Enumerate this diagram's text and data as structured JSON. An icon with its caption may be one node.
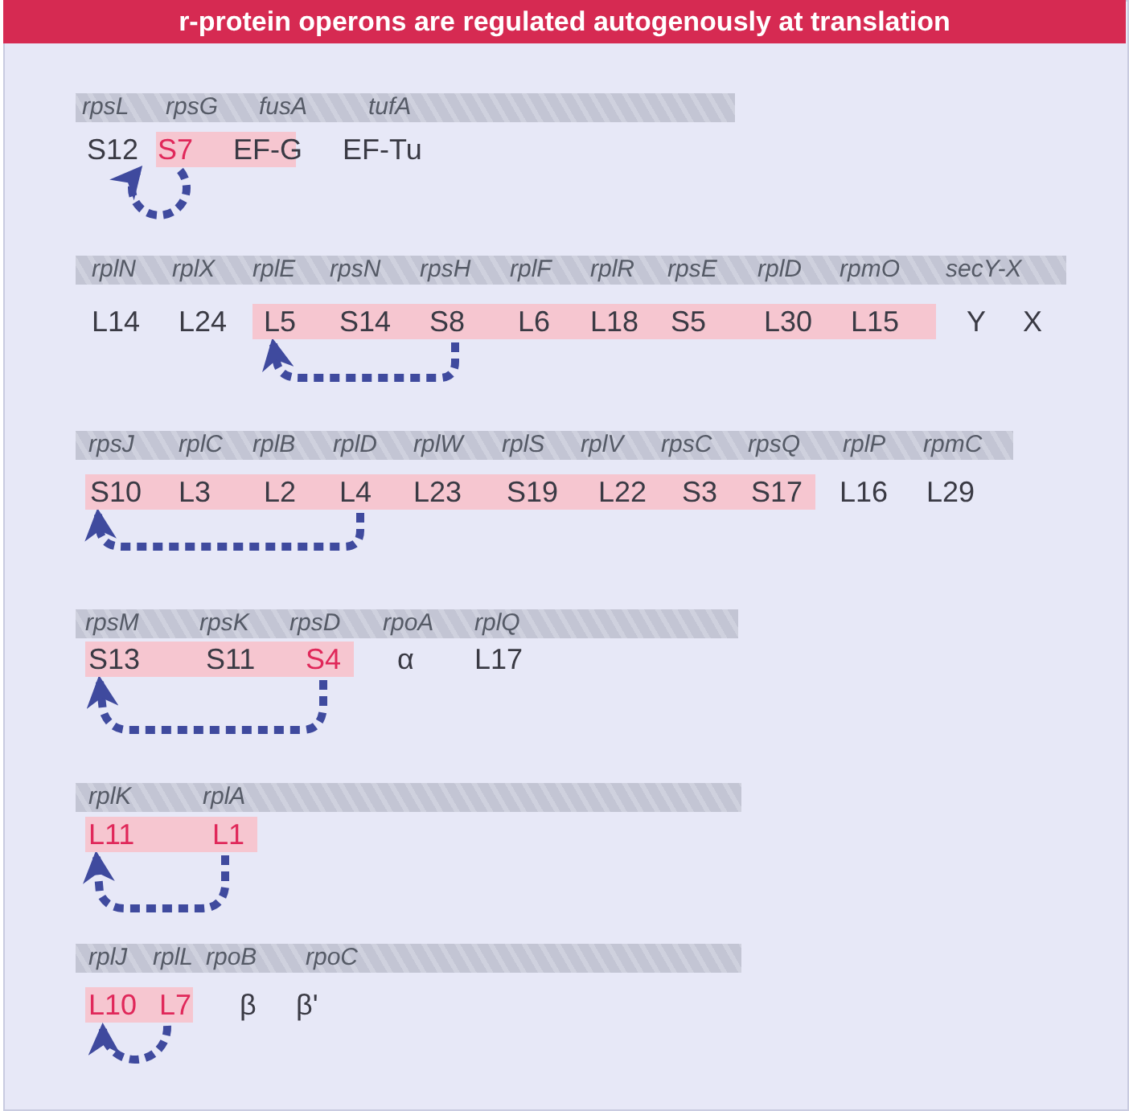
{
  "diagram": {
    "title": "r-protein operons are regulated autogenously at translation",
    "nodes": [
      {
        "text": [
          "rpsL",
          "rpsG",
          "fusA",
          "tufA"
        ]
      },
      {
        "text": [
          "S12"
        ]
      },
      {
        "text": [
          "S7"
        ]
      },
      {
        "text": [
          "EF-G"
        ]
      },
      {
        "text": [
          "EF-Tu"
        ]
      },
      {
        "text": [
          "rplN",
          "rplX",
          "rplE",
          "rpsN",
          "rpsH",
          "rplF",
          "rplR",
          "rpsE",
          "rplD",
          "rpmO",
          "secY-X"
        ]
      },
      {
        "text": [
          "L14"
        ]
      },
      {
        "text": [
          "L24"
        ]
      },
      {
        "text": [
          "L5"
        ]
      },
      {
        "text": [
          "S14"
        ]
      },
      {
        "text": [
          "S8"
        ]
      },
      {
        "text": [
          "L6"
        ]
      },
      {
        "text": [
          "L18"
        ]
      },
      {
        "text": [
          "S5"
        ]
      },
      {
        "text": [
          "L30"
        ]
      },
      {
        "text": [
          "L15"
        ]
      },
      {
        "text": [
          "Y"
        ]
      },
      {
        "text": [
          "X"
        ]
      },
      {
        "text": [
          "rpsJ",
          "rplC",
          "rplB",
          "rplD",
          "rplW",
          "rplS",
          "rplV",
          "rpsC",
          "rpsQ",
          "rplP",
          "rpmC"
        ]
      },
      {
        "text": [
          "S10"
        ]
      },
      {
        "text": [
          "L3"
        ]
      },
      {
        "text": [
          "L2"
        ]
      },
      {
        "text": [
          "L4"
        ]
      },
      {
        "text": [
          "L23"
        ]
      },
      {
        "text": [
          "S19"
        ]
      },
      {
        "text": [
          "L22"
        ]
      },
      {
        "text": [
          "S3"
        ]
      },
      {
        "text": [
          "S17"
        ]
      },
      {
        "text": [
          "L16"
        ]
      },
      {
        "text": [
          "L29"
        ]
      },
      {
        "text": [
          "rpsM",
          "rpsK",
          "rpsD",
          "rpoA",
          "rplQ"
        ]
      },
      {
        "text": [
          "S13"
        ]
      },
      {
        "text": [
          "S11"
        ]
      },
      {
        "text": [
          "S4"
        ]
      },
      {
        "text": [
          "α"
        ]
      },
      {
        "text": [
          "L17"
        ]
      },
      {
        "text": [
          "rplK",
          "rplA"
        ]
      },
      {
        "text": [
          "L11"
        ]
      },
      {
        "text": [
          "L1"
        ]
      },
      {
        "text": [
          "rplJ",
          "rplL",
          "rpoB",
          "rpoC"
        ]
      },
      {
        "text": [
          "L10"
        ]
      },
      {
        "text": [
          "L7"
        ]
      },
      {
        "text": [
          "β"
        ]
      },
      {
        "text": [
          "β'"
        ]
      }
    ],
    "edges": [
      {
        "from": 2,
        "to": 1,
        "arrow": "to",
        "style": "dashed"
      },
      {
        "from": 10,
        "to": 8,
        "arrow": "to",
        "style": "dashed"
      },
      {
        "from": 22,
        "to": 19,
        "arrow": "to",
        "style": "dashed"
      },
      {
        "from": 33,
        "to": 31,
        "arrow": "to",
        "style": "dashed"
      },
      {
        "from": 38,
        "to": 37,
        "arrow": "to",
        "style": "dashed"
      },
      {
        "from": 41,
        "to": 40,
        "arrow": "to",
        "style": "dashed"
      }
    ]
  }
}
